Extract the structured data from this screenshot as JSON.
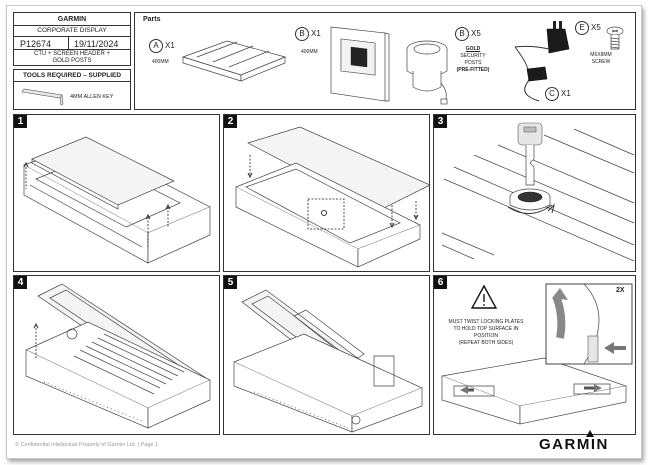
{
  "title_block": {
    "brand": "GARMIN",
    "project": "CORPORATE DISPLAY",
    "part_number": "P12674",
    "date": "19/11/2024",
    "description_line1": "CTU + SCREEN HEADER +",
    "description_line2": "GOLD POSTS"
  },
  "tools": {
    "heading": "TOOLS REQUIRED – SUPPLIED",
    "item": "4MM ALLEN KEY"
  },
  "parts": {
    "heading": "Parts",
    "items": [
      {
        "letter": "A",
        "qty": "X1",
        "caption": "400MM"
      },
      {
        "letter": "B",
        "qty": "X1",
        "caption": "400MM"
      },
      {
        "letter": "B",
        "qty": "X5",
        "caption_bold": "GOLD",
        "caption_line2": "SECURITY",
        "caption_line3": "POSTS",
        "caption_line4": "(PRE-FITTED)"
      },
      {
        "letter": "C",
        "qty": "X1",
        "caption": ""
      },
      {
        "letter": "E",
        "qty": "X5",
        "caption": "M6X8MM",
        "caption_line2": "SCREW"
      }
    ]
  },
  "steps": [
    {
      "number": "1"
    },
    {
      "number": "2"
    },
    {
      "number": "3"
    },
    {
      "number": "4"
    },
    {
      "number": "5"
    },
    {
      "number": "6",
      "note_line1": "MUST TWIST LOCKING PLATES",
      "note_line2": "TO HOLD TOP SURFACE IN",
      "note_line3": "POSITION",
      "note_line4": "(REPEAT BOTH SIDES)",
      "callout": "2X"
    }
  ],
  "footer": {
    "confidential": "© Confidential Intellectual Property of Garmin Ltd. | Page 1",
    "logo": "GARMIN"
  },
  "icons": [
    "allen-key-icon",
    "warning-triangle-icon",
    "key-icon",
    "power-plug-icon",
    "screw-icon"
  ]
}
